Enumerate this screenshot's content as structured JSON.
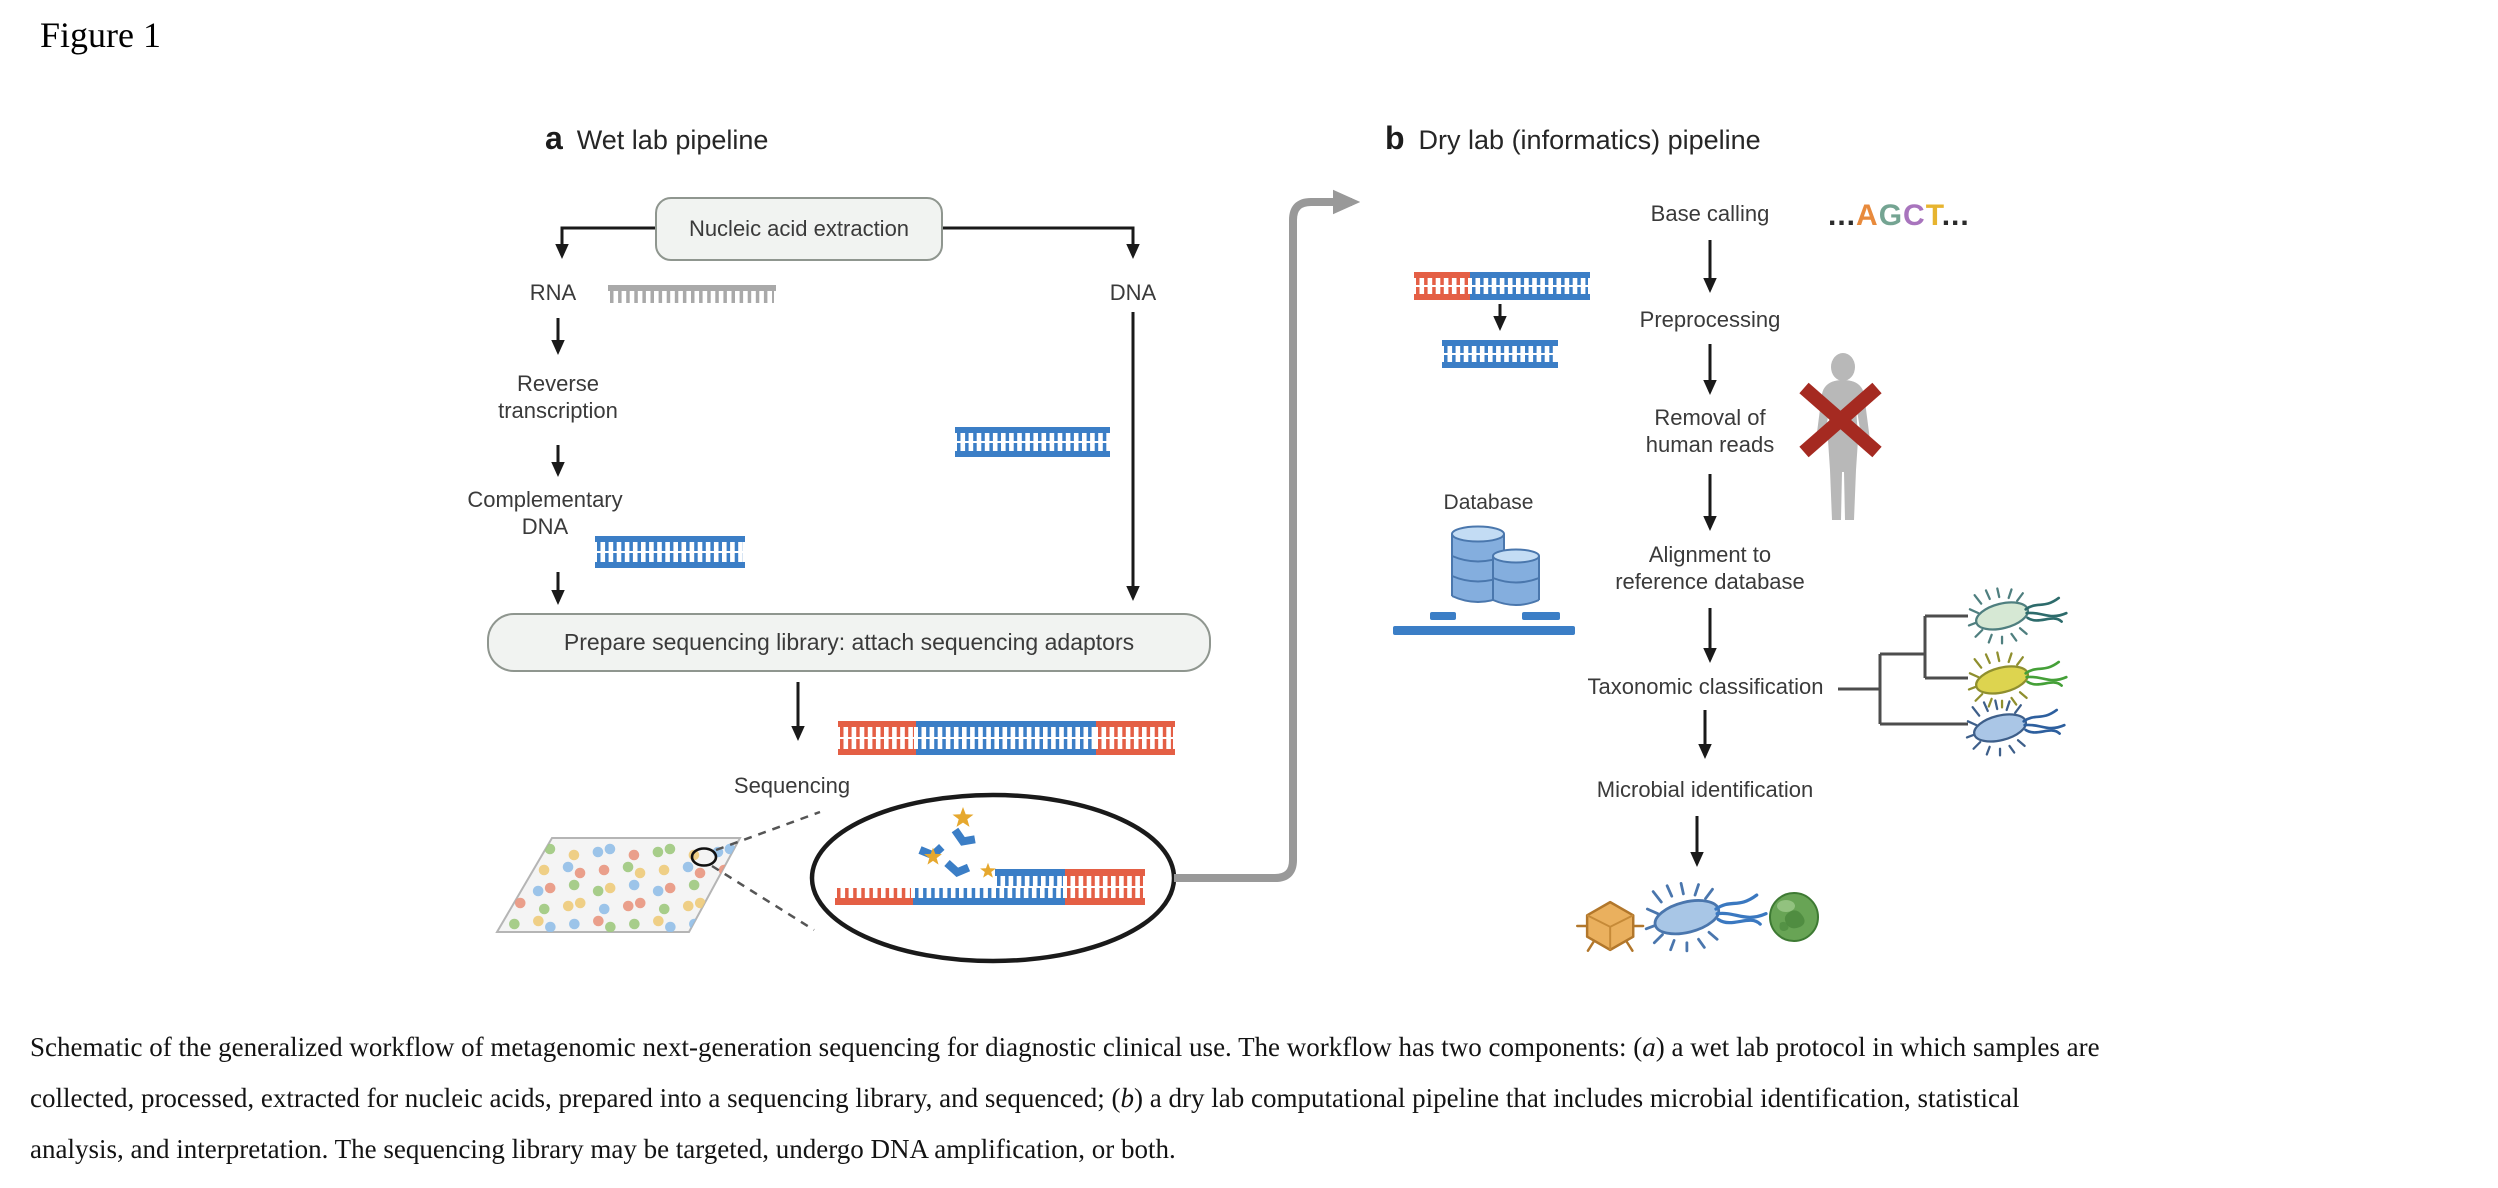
{
  "figure_label": "Figure 1",
  "panel_a": {
    "letter": "a",
    "title": "Wet lab pipeline",
    "extraction_box": "Nucleic acid extraction",
    "rna_label": "RNA",
    "dna_label": "DNA",
    "reverse_transcription": [
      "Reverse",
      "transcription"
    ],
    "complementary_dna": [
      "Complementary",
      "DNA"
    ],
    "library_box": "Prepare sequencing library: attach sequencing adaptors",
    "sequencing_label": "Sequencing"
  },
  "panel_b": {
    "letter": "b",
    "title": "Dry lab (informatics) pipeline",
    "base_calling": "Base calling",
    "sequence_readout": [
      {
        "t": "...",
        "c": "#2b2b2b"
      },
      {
        "t": "A",
        "c": "#e88a3c"
      },
      {
        "t": "G",
        "c": "#74a492"
      },
      {
        "t": "C",
        "c": "#a874bd"
      },
      {
        "t": "T",
        "c": "#e7b42f"
      },
      {
        "t": "...",
        "c": "#2b2b2b"
      }
    ],
    "preprocessing": "Preprocessing",
    "removal_of_human_reads": [
      "Removal of",
      "human reads"
    ],
    "database_label": "Database",
    "alignment": [
      "Alignment to",
      "reference database"
    ],
    "taxonomic_classification": "Taxonomic classification",
    "microbial_identification": "Microbial identification"
  },
  "colors": {
    "dna_blue": "#3b7ec6",
    "adaptor_red": "#e45f45",
    "rna_gray": "#a9a9a9",
    "flow_arrow_gray": "#999999",
    "human_x_red": "#a52a21"
  },
  "caption": {
    "lines": [
      {
        "segments": [
          {
            "t": "Schematic of the generalized workflow of metagenomic next-generation sequencing for diagnostic clinical use. The workflow has two components: ("
          },
          {
            "t": "a",
            "i": true
          },
          {
            "t": ") a wet lab protocol in which samples are"
          }
        ]
      },
      {
        "segments": [
          {
            "t": "collected, processed, extracted for nucleic acids, prepared into a sequencing library, and sequenced; ("
          },
          {
            "t": "b",
            "i": true
          },
          {
            "t": ") a dry lab computational pipeline that includes microbial identification, statistical"
          }
        ]
      },
      {
        "segments": [
          {
            "t": "analysis, and interpretation. The sequencing library may be targeted, undergo DNA amplification, or both."
          }
        ]
      }
    ]
  }
}
